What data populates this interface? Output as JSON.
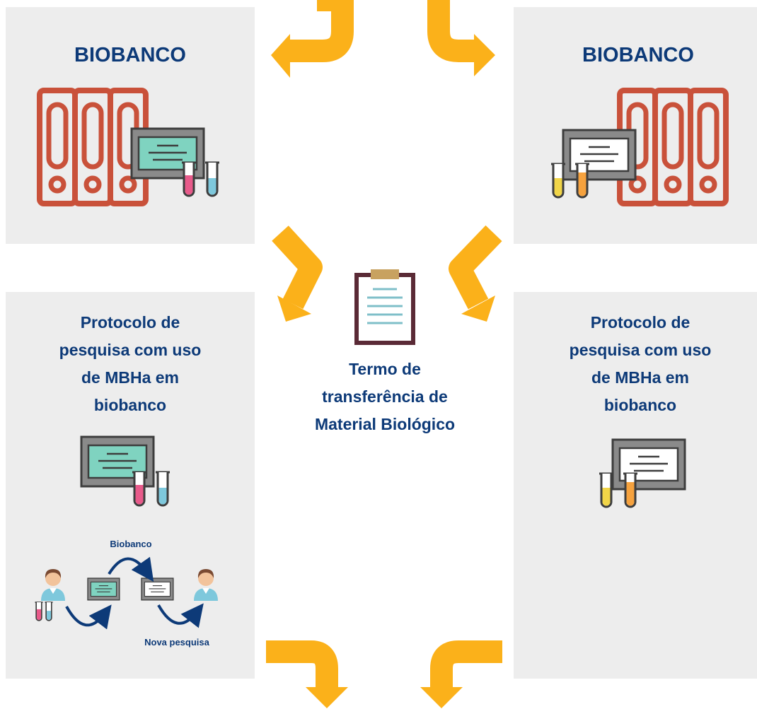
{
  "panels": {
    "top_left": {
      "title": "BIOBANCO"
    },
    "top_right": {
      "title": "BIOBANCO"
    },
    "bottom_left": {
      "lines": [
        "Protocolo de",
        "pesquisa com uso",
        "de MBHa em",
        "biobanco"
      ],
      "flow": {
        "top_label": "Biobanco",
        "bottom_label": "Nova pesquisa"
      }
    },
    "bottom_right": {
      "lines": [
        "Protocolo de",
        "pesquisa com uso",
        "de MBHa em",
        "biobanco"
      ]
    }
  },
  "center": {
    "lines": [
      "Termo de",
      "transferência de",
      "Material Biológico"
    ]
  },
  "colors": {
    "title": "#0d3a78",
    "panel": "#ededed",
    "arrow": "#fbb11a",
    "binder": "#c9513a",
    "certificate_teal": "#7fd3c0",
    "tube_pink": "#e85a8a",
    "tube_blue": "#7ec8dc",
    "tube_yellow": "#f1d548",
    "tube_orange": "#f6a23e",
    "flow_arrow": "#0d3a78"
  },
  "icons": [
    "binder-icon",
    "certificate-icon",
    "test-tube-icon",
    "clipboard-icon",
    "person-icon",
    "curved-arrow-icon",
    "bent-arrow-icon"
  ]
}
